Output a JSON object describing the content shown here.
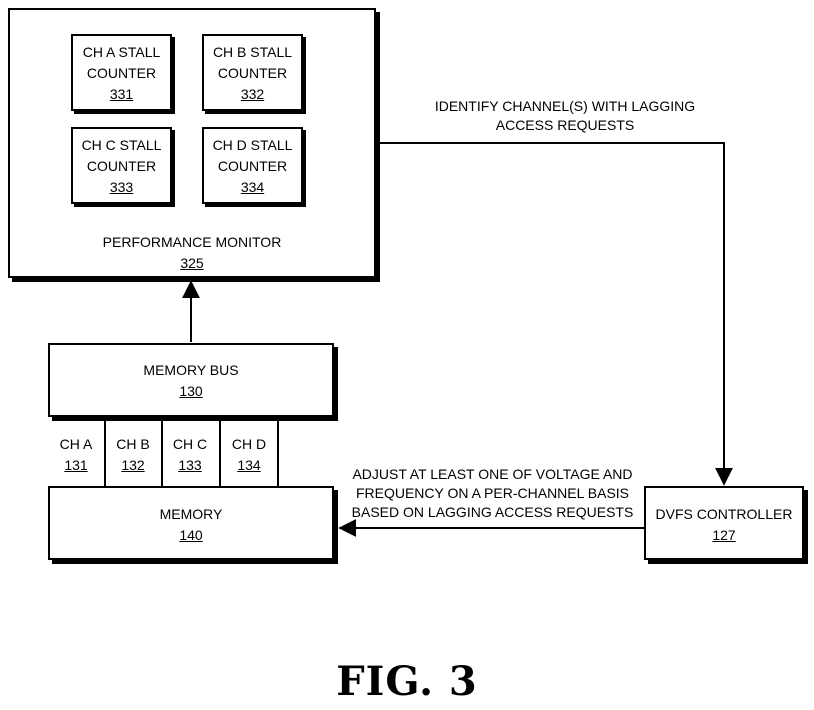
{
  "performance_monitor": {
    "label": "PERFORMANCE MONITOR",
    "ref": "325",
    "counters": [
      {
        "line1": "CH A STALL",
        "line2": "COUNTER",
        "ref": "331"
      },
      {
        "line1": "CH B STALL",
        "line2": "COUNTER",
        "ref": "332"
      },
      {
        "line1": "CH C STALL",
        "line2": "COUNTER",
        "ref": "333"
      },
      {
        "line1": "CH D STALL",
        "line2": "COUNTER",
        "ref": "334"
      }
    ]
  },
  "memory_bus": {
    "label": "MEMORY BUS",
    "ref": "130"
  },
  "channels": [
    {
      "label": "CH A",
      "ref": "131"
    },
    {
      "label": "CH B",
      "ref": "132"
    },
    {
      "label": "CH C",
      "ref": "133"
    },
    {
      "label": "CH D",
      "ref": "134"
    }
  ],
  "memory": {
    "label": "MEMORY",
    "ref": "140"
  },
  "dvfs_controller": {
    "label": "DVFS CONTROLLER",
    "ref": "127"
  },
  "edges": {
    "identify": {
      "line1": "IDENTIFY CHANNEL(S) WITH LAGGING",
      "line2": "ACCESS REQUESTS"
    },
    "adjust": {
      "line1": "ADJUST AT LEAST ONE OF VOLTAGE AND",
      "line2": "FREQUENCY ON A PER-CHANNEL BASIS",
      "line3": "BASED ON LAGGING ACCESS REQUESTS"
    }
  },
  "figure_label": "FIG. 3"
}
